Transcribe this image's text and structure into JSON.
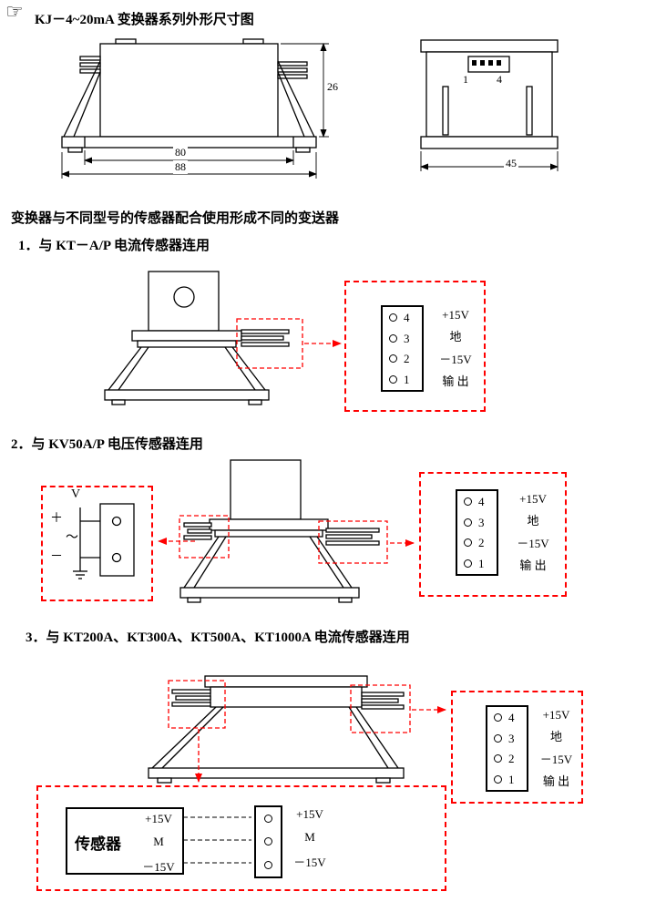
{
  "header": {
    "hand_icon": "☞",
    "title": "KJ－4~20mA 变换器系列外形尺寸图"
  },
  "intro": "变换器与不同型号的传感器配合使用形成不同的变送器",
  "outline_drawing": {
    "front": {
      "dim_height": "26",
      "dim_hole_span": "80",
      "dim_width": "88"
    },
    "side": {
      "dim_depth": "45",
      "pin_first": "1",
      "pin_last": "4"
    }
  },
  "sections": {
    "s1": {
      "label": "1．与 KT－A/P 电流传感器连用"
    },
    "s2": {
      "label": "2．与 KV50A/P 电压传感器连用"
    },
    "s3": {
      "label": "3．与 KT200A、KT300A、KT500A、KT1000A 电流传感器连用"
    }
  },
  "terminal": {
    "pins": [
      "4",
      "3",
      "2",
      "1"
    ],
    "labels": [
      "+15V",
      "地",
      "－15V",
      "输 出"
    ]
  },
  "voltage_source": {
    "meter": "V",
    "plus": "＋",
    "ac": "～",
    "minus": "－"
  },
  "sensor_panel": {
    "name": "传感器",
    "out_labels": [
      "+15V",
      "M",
      "－15V"
    ],
    "in_labels": [
      "+15V",
      "M",
      "－15V"
    ]
  }
}
